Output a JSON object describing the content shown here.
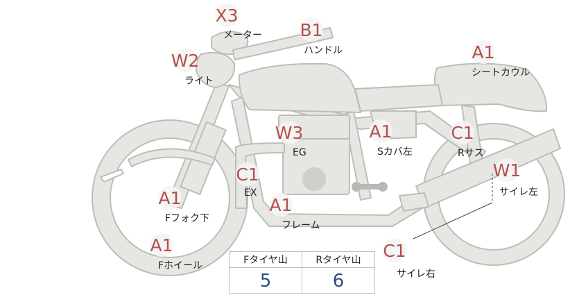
{
  "colors": {
    "bike_fill": "#e6e6e3",
    "bike_stroke": "#bdbdb8",
    "grade": "#b2504a",
    "value": "#2f4a8a"
  },
  "callouts": [
    {
      "id": "meter",
      "grade": "X3",
      "label": "メーター"
    },
    {
      "id": "handle",
      "grade": "B1",
      "label": "ハンドル"
    },
    {
      "id": "light",
      "grade": "W2",
      "label": "ライト"
    },
    {
      "id": "seat-cowl",
      "grade": "A1",
      "label": "シートカウル"
    },
    {
      "id": "eg",
      "grade": "W3",
      "label": "EG"
    },
    {
      "id": "s-cover-left",
      "grade": "A1",
      "label": "Sカバ左"
    },
    {
      "id": "r-sus",
      "grade": "C1",
      "label": "Rサス"
    },
    {
      "id": "muffler-left",
      "grade": "W1",
      "label": "サイレ左"
    },
    {
      "id": "ex",
      "grade": "C1",
      "label": "EX"
    },
    {
      "id": "f-fork-lower",
      "grade": "A1",
      "label": "Fフォク下"
    },
    {
      "id": "frame",
      "grade": "A1",
      "label": "フレーム"
    },
    {
      "id": "f-wheel",
      "grade": "A1",
      "label": "Fホイール"
    },
    {
      "id": "muffler-right",
      "grade": "C1",
      "label": "サイレ右"
    }
  ],
  "tire_table": {
    "front_label": "Fタイヤ山",
    "rear_label": "Rタイヤ山",
    "front_value": "5",
    "rear_value": "6"
  }
}
